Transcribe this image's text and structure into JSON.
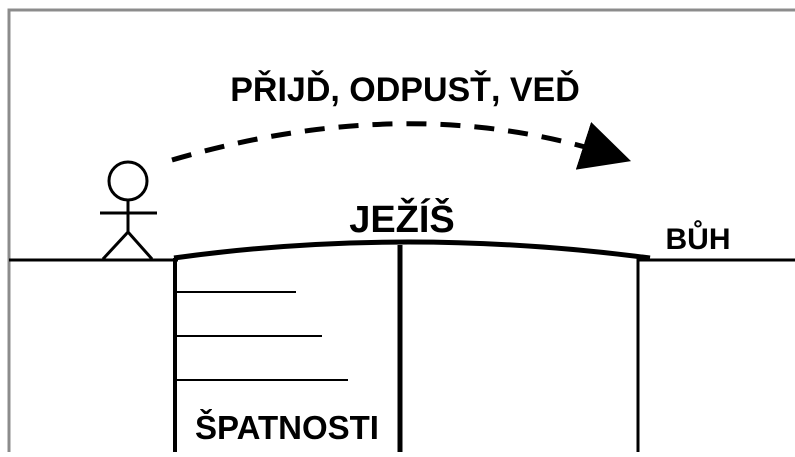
{
  "labels": {
    "action_phrase": "PŘIJĎ, ODPUSŤ, VEĎ",
    "bridge_label": "JEŽÍŠ",
    "destination_label": "BŮH",
    "gap_label": "ŠPATNOSTI"
  },
  "colors": {
    "ink": "#000000",
    "frame": "#8c8c8c",
    "background": "#ffffff"
  },
  "icons": {
    "person": "stick-figure-icon",
    "arrow": "dashed-curved-arrow"
  }
}
